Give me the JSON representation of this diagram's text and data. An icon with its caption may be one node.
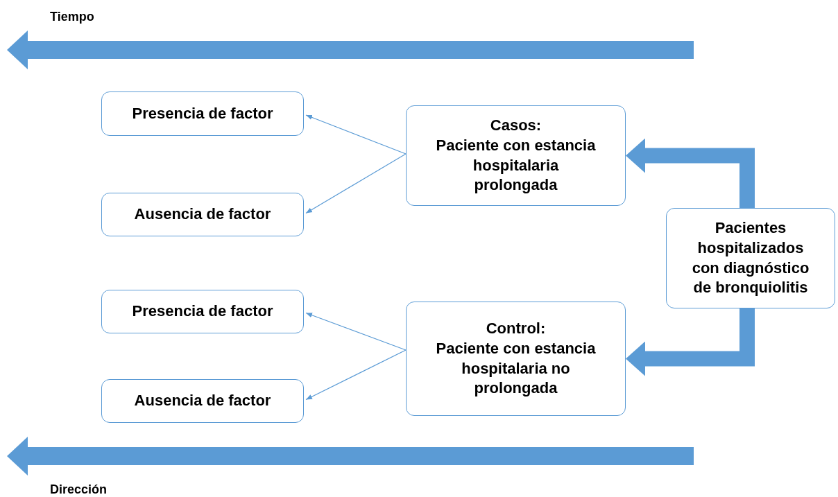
{
  "diagram": {
    "nodes": [
      {
        "text": [
          "Presencia de factor"
        ]
      },
      {
        "text": [
          "Ausencia de factor"
        ]
      },
      {
        "text": [
          "Casos:",
          "Paciente con estancia hospitalaria prolongada"
        ]
      },
      {
        "text": [
          "Presencia de factor"
        ]
      },
      {
        "text": [
          "Ausencia de factor"
        ]
      },
      {
        "text": [
          "Control:",
          "Paciente con estancia hospitalaria no prolongada"
        ]
      },
      {
        "text": [
          "Pacientes hospitalizados con diagnóstico de bronquiolitis"
        ]
      }
    ],
    "edges": [
      {
        "from": 2,
        "to": 0,
        "arrow": "to"
      },
      {
        "from": 2,
        "to": 1,
        "arrow": "to"
      },
      {
        "from": 5,
        "to": 3,
        "arrow": "to"
      },
      {
        "from": 5,
        "to": 4,
        "arrow": "to"
      },
      {
        "from": 6,
        "to": 2,
        "arrow": "to",
        "style": "thick"
      },
      {
        "from": 6,
        "to": 5,
        "arrow": "to",
        "style": "thick"
      }
    ],
    "labels": [
      "Tiempo",
      "Dirección"
    ]
  }
}
